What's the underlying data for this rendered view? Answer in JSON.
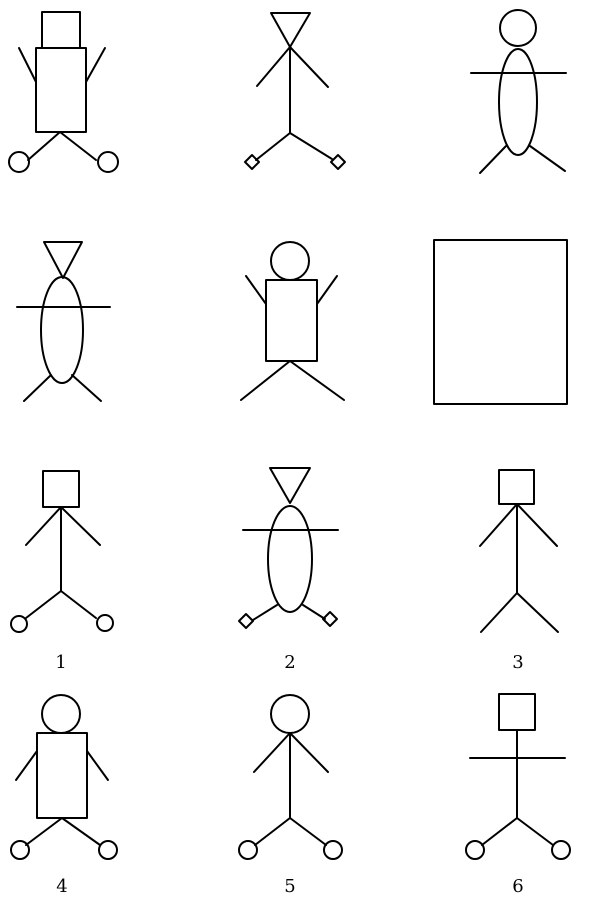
{
  "puzzle": {
    "matrix": [
      {
        "cell": "r1c1",
        "head": "square",
        "body": "rectangle",
        "arms": "up",
        "feet": "circle"
      },
      {
        "cell": "r1c2",
        "head": "triangle",
        "body": "stick",
        "arms": "down",
        "feet": "diamond"
      },
      {
        "cell": "r1c3",
        "head": "circle",
        "body": "ellipse",
        "arms": "horizontal",
        "feet": "none"
      },
      {
        "cell": "r2c1",
        "head": "triangle",
        "body": "ellipse",
        "arms": "horizontal",
        "feet": "none"
      },
      {
        "cell": "r2c2",
        "head": "circle",
        "body": "rectangle",
        "arms": "up",
        "feet": "none"
      },
      {
        "cell": "r2c3",
        "missing": true
      }
    ],
    "options": [
      {
        "label": "1",
        "head": "square",
        "body": "stick",
        "arms": "down",
        "feet": "circle"
      },
      {
        "label": "2",
        "head": "triangle",
        "body": "ellipse",
        "arms": "horizontal",
        "feet": "diamond"
      },
      {
        "label": "3",
        "head": "square",
        "body": "stick",
        "arms": "down",
        "feet": "none"
      },
      {
        "label": "4",
        "head": "circle",
        "body": "rectangle",
        "arms": "down",
        "feet": "circle"
      },
      {
        "label": "5",
        "head": "circle",
        "body": "stick",
        "arms": "down",
        "feet": "circle"
      },
      {
        "label": "6",
        "head": "square",
        "body": "stick",
        "arms": "horizontal",
        "feet": "circle"
      }
    ]
  }
}
